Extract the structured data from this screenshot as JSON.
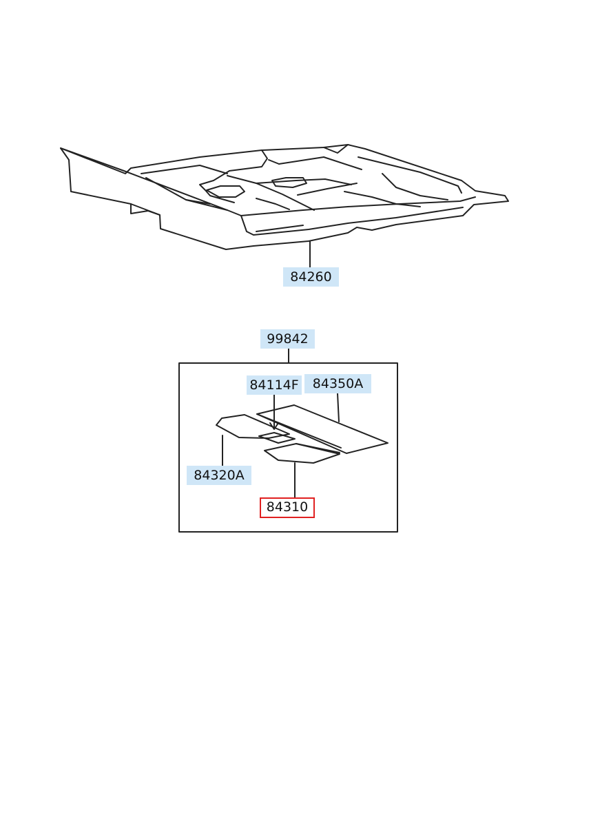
{
  "parts": {
    "p84260": "84260",
    "p99842": "99842",
    "p84114F": "84114F",
    "p84350A": "84350A",
    "p84320A": "84320A",
    "p84310": "84310"
  },
  "selected_part": "84310",
  "colors": {
    "label_background": "#cfe6f7",
    "selected_border": "#e02020",
    "line": "#222222"
  }
}
